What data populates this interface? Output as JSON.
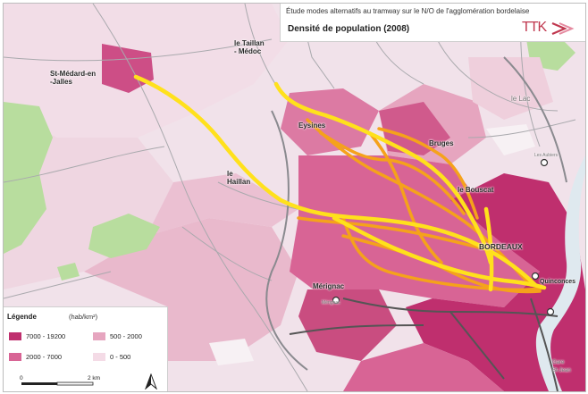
{
  "header": {
    "study_title": "Étude modes alternatifs au tramway sur le N/O de l'agglomération bordelaise",
    "map_title": "Densité de population (2008)",
    "logo_text": "TTK"
  },
  "places": {
    "le_taillan": "le Taillan\n- Médoc",
    "st_medard": "St-Médard-en\n-Jalles",
    "eysines": "Eysines",
    "bruges": "Bruges",
    "le_lac": "le Lac",
    "le_haillan": "le\nHaillan",
    "le_bouscat": "le Bouscat",
    "bordeaux": "BORDEAUX",
    "merignac": "Mérignac",
    "merignac_airport": "Mérignac",
    "quinconces": "Quinconces",
    "les_aubiers": "Les Aubiers",
    "gare": "Gare\nSt-Jean"
  },
  "legend": {
    "title": "Légende",
    "unit": "(hab/km²)",
    "classes": [
      {
        "label": "7000 - 19200",
        "color": "#bf2f6e"
      },
      {
        "label": "2000 - 7000",
        "color": "#d86495"
      },
      {
        "label": "500 - 2000",
        "color": "#e6a5bf"
      },
      {
        "label": "0 - 500",
        "color": "#f4dbe6"
      }
    ],
    "scale_zero": "0",
    "scale_end": "2 km"
  },
  "colors": {
    "density_very_high": "#bf2f6e",
    "density_high": "#d86495",
    "density_medium": "#e6a5bf",
    "density_low": "#f4dbe6",
    "forest": "#b8dd9e",
    "route_yellow": "#ffe11c",
    "route_orange": "#f5a21b",
    "tram": "#555555"
  }
}
